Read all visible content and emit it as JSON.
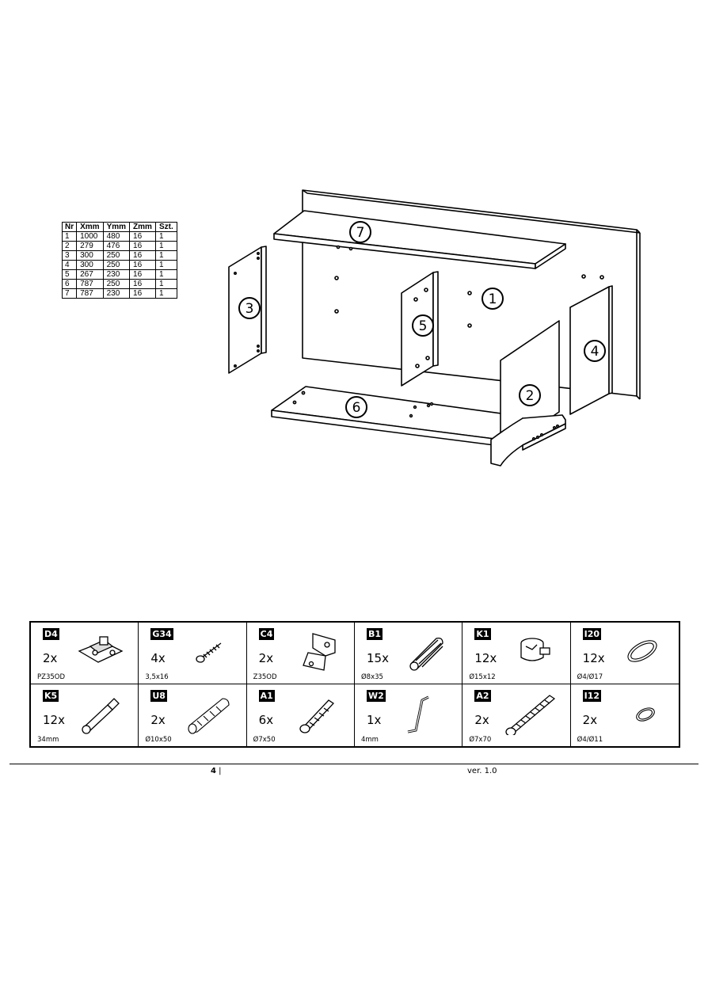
{
  "parts_table": {
    "headers": [
      "Nr",
      "Xmm",
      "Ymm",
      "Zmm",
      "Szt."
    ],
    "rows": [
      [
        "1",
        "1000",
        "480",
        "16",
        "1"
      ],
      [
        "2",
        "279",
        "476",
        "16",
        "1"
      ],
      [
        "3",
        "300",
        "250",
        "16",
        "1"
      ],
      [
        "4",
        "300",
        "250",
        "16",
        "1"
      ],
      [
        "5",
        "267",
        "230",
        "16",
        "1"
      ],
      [
        "6",
        "787",
        "250",
        "16",
        "1"
      ],
      [
        "7",
        "787",
        "230",
        "16",
        "1"
      ]
    ]
  },
  "part_labels": [
    "1",
    "2",
    "3",
    "4",
    "5",
    "6",
    "7"
  ],
  "hardware": [
    {
      "code": "D4",
      "qty": "2x",
      "size": "PZ35OD",
      "icon": "hinge-plate-icon"
    },
    {
      "code": "G34",
      "qty": "4x",
      "size": "3,5x16",
      "icon": "screw-icon"
    },
    {
      "code": "C4",
      "qty": "2x",
      "size": "Z35OD",
      "icon": "hinge-icon"
    },
    {
      "code": "B1",
      "qty": "15x",
      "size": "Ø8x35",
      "icon": "dowel-icon"
    },
    {
      "code": "K1",
      "qty": "12x",
      "size": "Ø15x12",
      "icon": "cam-lock-icon"
    },
    {
      "code": "I20",
      "qty": "12x",
      "size": "Ø4/Ø17",
      "icon": "cover-cap-icon"
    },
    {
      "code": "K5",
      "qty": "12x",
      "size": "34mm",
      "icon": "cam-bolt-icon"
    },
    {
      "code": "U8",
      "qty": "2x",
      "size": "Ø10x50",
      "icon": "wall-plug-icon"
    },
    {
      "code": "A1",
      "qty": "6x",
      "size": "Ø7x50",
      "icon": "confirmat-screw-icon"
    },
    {
      "code": "W2",
      "qty": "1x",
      "size": "4mm",
      "icon": "allen-key-icon"
    },
    {
      "code": "A2",
      "qty": "2x",
      "size": "Ø7x70",
      "icon": "long-screw-icon"
    },
    {
      "code": "I12",
      "qty": "2x",
      "size": "Ø4/Ø11",
      "icon": "small-cap-icon"
    }
  ],
  "footer": {
    "page_number": "4",
    "separator": " |",
    "version": "ver. 1.0"
  }
}
